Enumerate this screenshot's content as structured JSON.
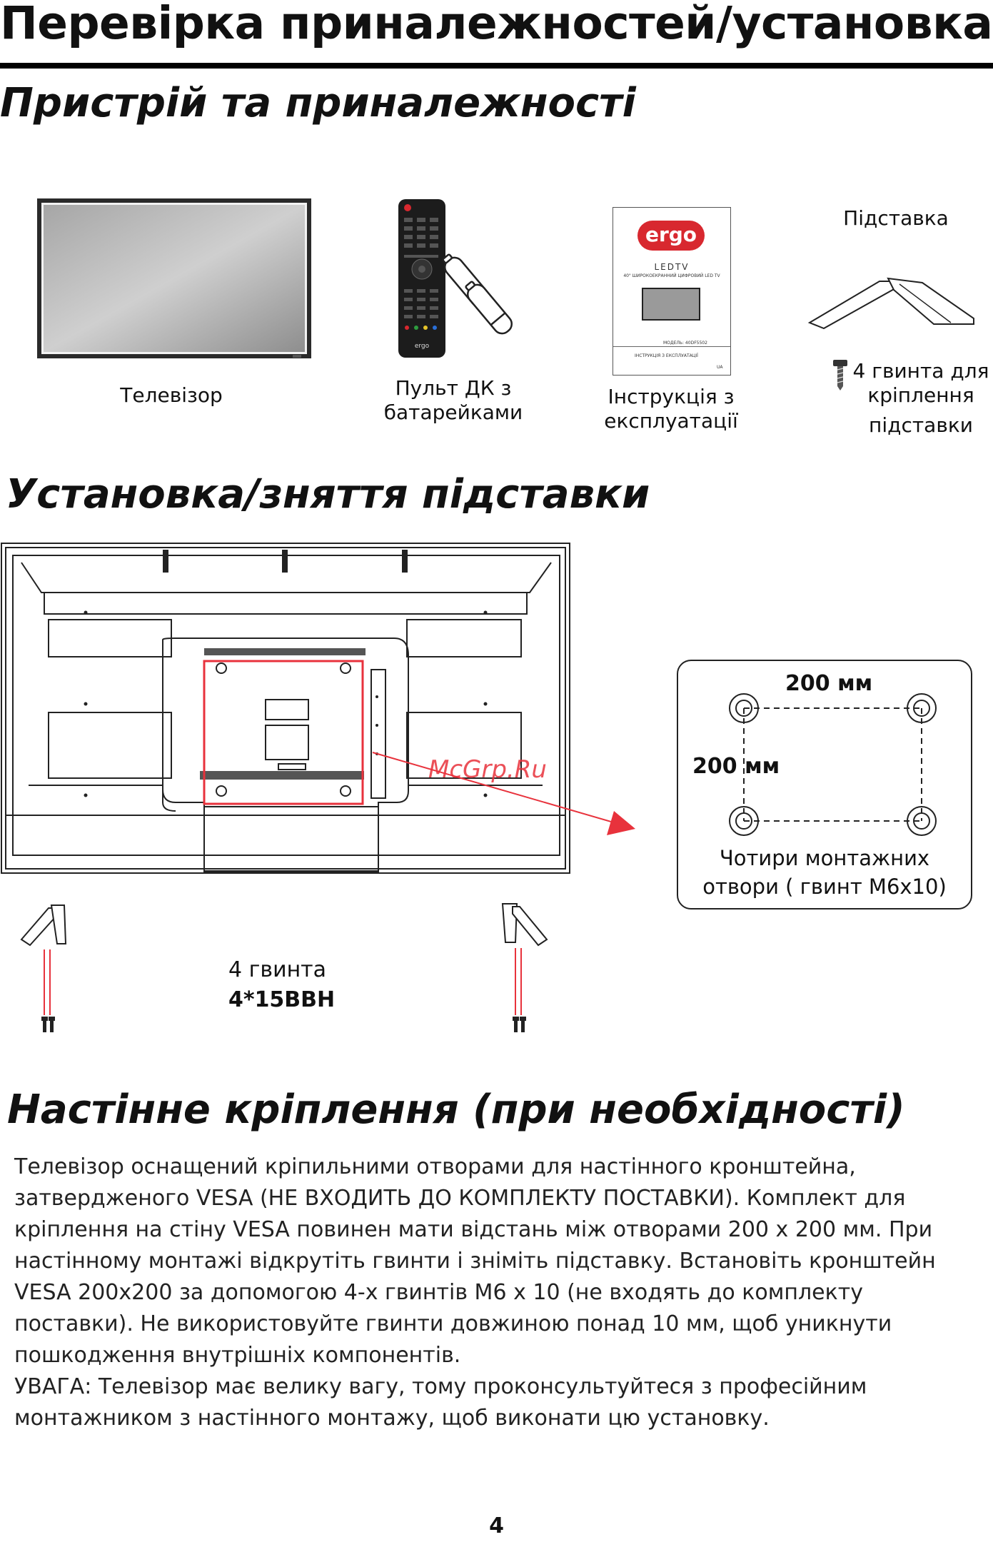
{
  "page_title": "Перевірка приналежностей/установка",
  "section1": {
    "heading": "Пристрій та приналежності",
    "items": {
      "tv": "Телевізор",
      "remote_line1": "Пульт ДК з",
      "remote_line2": "батарейками",
      "manual_line1": "Інструкція з",
      "manual_line2": "експлуатації",
      "stand": "Підставка",
      "screws_line1": "4 гвинта для",
      "screws_line2": "кріплення",
      "screws_line3": "підставки"
    },
    "manual_cover": {
      "brand": "ergo",
      "model_line": "LEDTV",
      "sub": "40\" ШИРОКОЕКРАННИЙ ЦИФРОВИЙ LED TV",
      "model_no": "МОДЕЛЬ: 40DF5502",
      "instr": "ІНСТРУКЦІЯ З ЕКСПЛУАТАЦІЇ",
      "lang": "UA"
    }
  },
  "section2": {
    "heading": "Установка/зняття підставки",
    "vesa_h": "200 мм",
    "vesa_v": "200 мм",
    "vesa_caption1": "Чотири монтажних",
    "vesa_caption2": "отвори ( гвинт М6х10)",
    "screws_count": "4   гвинта",
    "screws_type": "4*15BBH",
    "watermark": "McGrp.Ru"
  },
  "section3": {
    "heading": "Настінне кріплення (при  необхідності)",
    "paragraph_lines": [
      "Телевізор оснащений кріпильними отворами для настінного кронштейна,",
      "затвердженого VESA (НЕ ВХОДИТЬ ДО КОМПЛЕКТУ ПОСТАВКИ). Комплект для",
      "кріплення на стіну VESA повинен мати відстань між отворами 200 x 200 мм. При",
      "настінному монтажі відкрутіть гвинти і зніміть підставку. Встановіть кронштейн",
      "VESA 200x200 за допомогою 4-х гвинтів M6 x 10 (не входять до комплекту",
      "поставки). Не використовуйте гвинти довжиною понад 10 мм, щоб уникнути",
      "пошкодження внутрішніх компонентів.",
      "УВАГА: Телевізор має велику вагу, тому проконсультуйтеся з професійним",
      "монтажником з настінного монтажу, щоб виконати цю установку."
    ]
  },
  "page_number": "4",
  "colors": {
    "accent_red": "#e8323c",
    "brand_red": "#d8282f"
  }
}
